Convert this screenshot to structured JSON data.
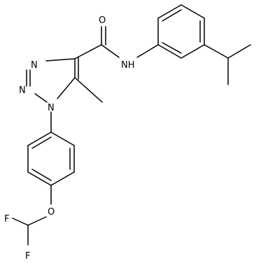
{
  "molecule": {
    "atoms": {
      "O_carbonyl": "O",
      "NH_amide": "NH",
      "N_n3": "N",
      "N_n2": "N",
      "N_n1": "N",
      "O_ether": "O",
      "F_upper": "F",
      "F_lower": "F"
    },
    "groups": {
      "methyl": "methyl",
      "isopropyl": "isopropyl"
    }
  }
}
